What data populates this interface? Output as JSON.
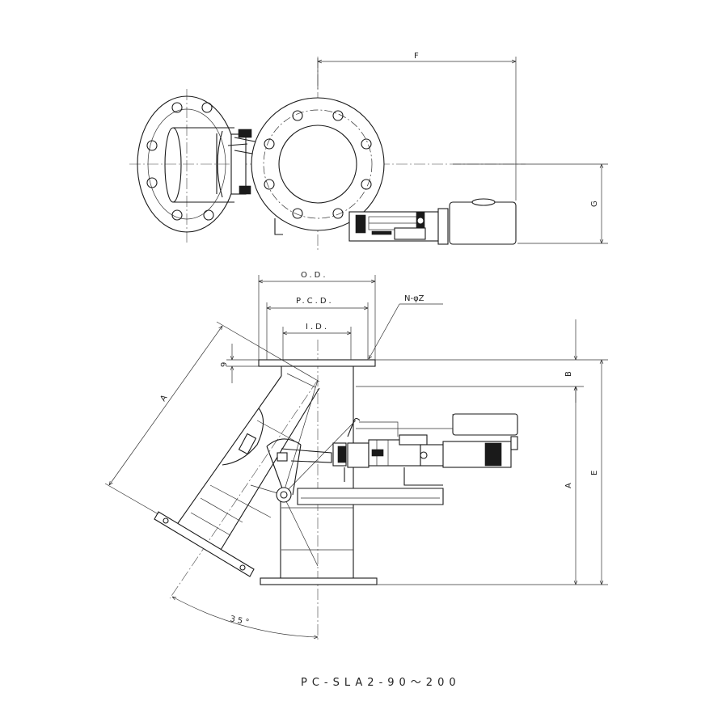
{
  "drawing": {
    "model_code": "PC-SLA2-90～200",
    "dimension_labels": {
      "F": "F",
      "G": "G",
      "OD": "O.D.",
      "PCD": "P.C.D.",
      "ID": "I.D.",
      "NZ": "N-φZ",
      "nine": "9",
      "A_diag": "A",
      "B": "B",
      "A": "A",
      "E": "E",
      "angle": "35°"
    }
  }
}
